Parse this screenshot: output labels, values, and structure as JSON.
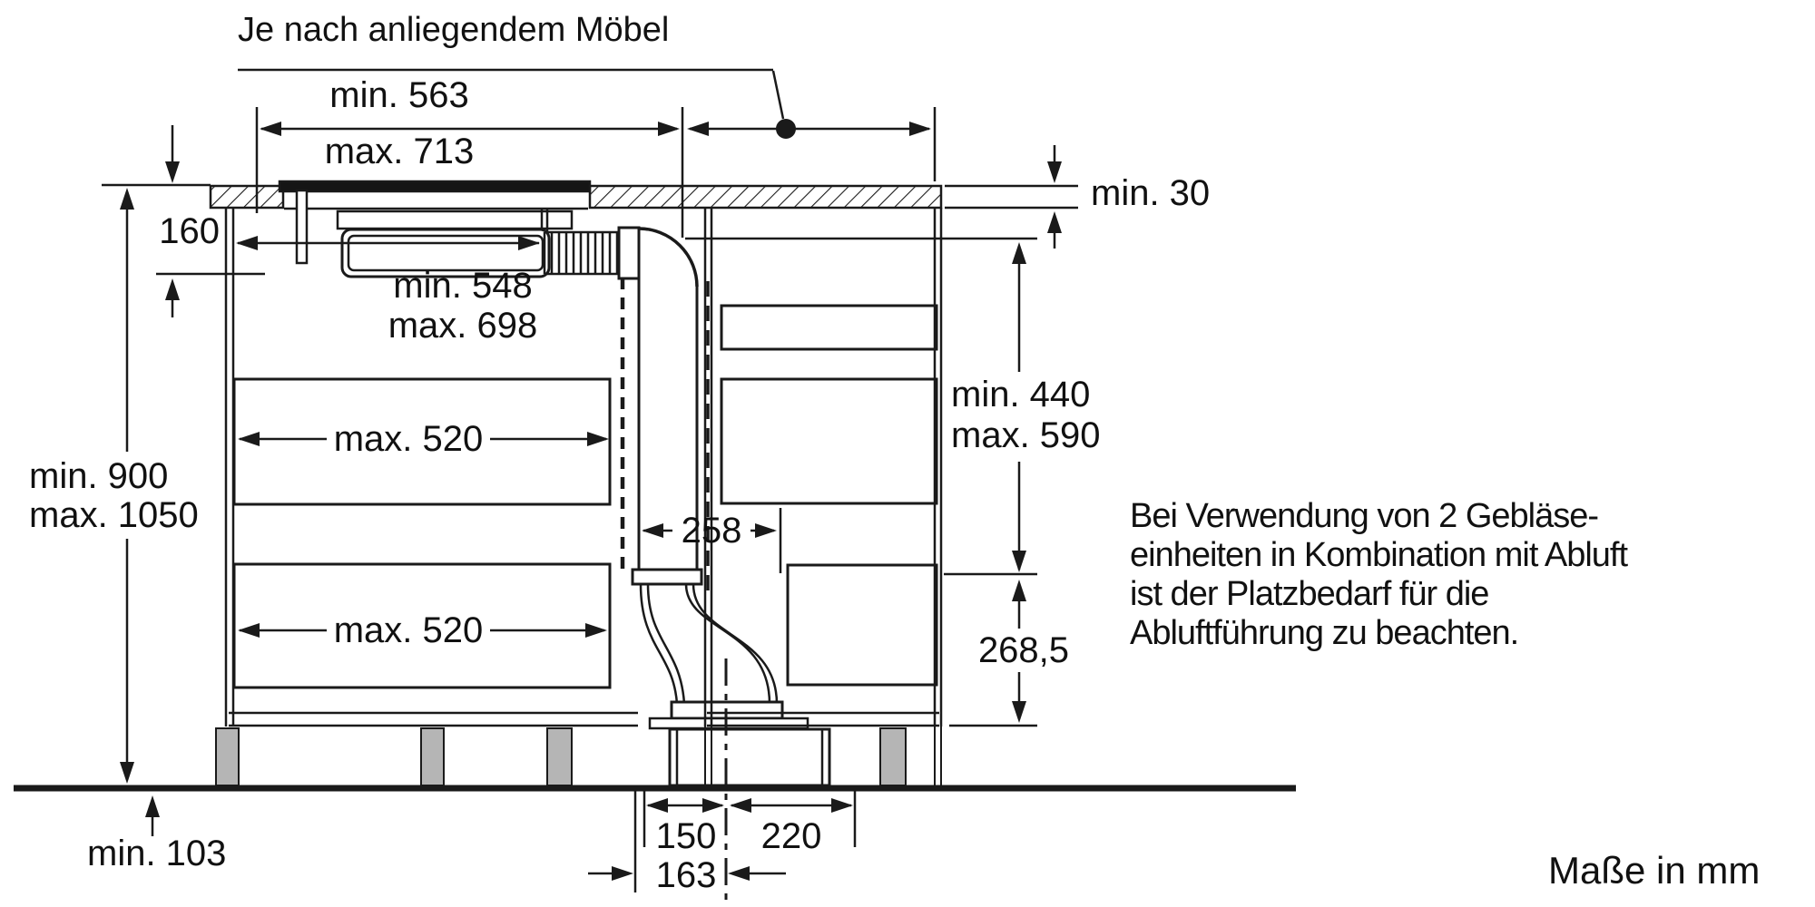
{
  "figure": {
    "title": "Je nach anliegendem Möbel",
    "note": {
      "lines": [
        "Bei Verwendung von 2 Gebläse-",
        "einheiten in Kombination mit Abluft",
        "ist der Platzbedarf für die",
        "Abluftführung zu beachten."
      ]
    },
    "units_label": "Maße in mm",
    "dims": {
      "top_min": "min. 563",
      "top_max": "max. 713",
      "worktop_min": "min. 30",
      "depth160": "160",
      "cutout_min": "min. 548",
      "cutout_max": "max. 698",
      "height_min": "min. 900",
      "height_max": "max. 1050",
      "depth_upper": "max. 520",
      "depth_lower": "max. 520",
      "clearance258": "258",
      "right_min": "min. 440",
      "right_max": "max. 590",
      "clearance2685": "268,5",
      "plinth_min": "min. 103",
      "off150": "150",
      "off220": "220",
      "off163": "163"
    },
    "colors": {
      "line": "#1a1a1a",
      "leg_fill": "#b5b5b5",
      "dashed_gray": "#8f8f8f",
      "background": "#ffffff"
    }
  }
}
